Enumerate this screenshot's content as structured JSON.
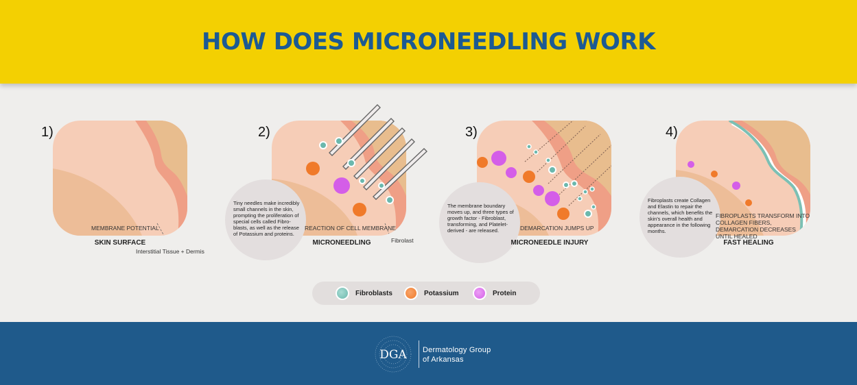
{
  "header": {
    "title": "HOW DOES MICRONEEDLING WORK"
  },
  "steps": [
    {
      "number": "1)",
      "caption": "SKIN SURFACE",
      "inner_label": "MEMBRANE POTENTIAL",
      "pointer_label": "Interstitial Tissue + Dermis"
    },
    {
      "number": "2)",
      "caption": "MICRONEEDLING",
      "inner_label": "REACTION OF CELL MEMBRANE",
      "pointer_label": "Fibrolast",
      "description": "Tiny needles make incredibly small channels in the skin, prompting the proliferation of special cells called Fibro-blasts, as well as the release of Potassium and proteins."
    },
    {
      "number": "3)",
      "caption": "MICRONEEDLE INJURY",
      "inner_label": "DEMARCATION JUMPS UP",
      "description": "The membrane boundary moves up, and three types of growth factor - Fibroblast, transforming, and Platelet-derived - are released."
    },
    {
      "number": "4)",
      "caption": "FAST HEALING",
      "inner_label": "FIBROPLASTS TRANSFORM INTO COLLAGEN FIBERS, DEMARCATION DECREASES UNTIL HEALED",
      "description": "Fibroplasts create Collagen and Elastin to repair the channels, which benefits the skin's overall health and appearance in the following months."
    }
  ],
  "legend": [
    {
      "label": "Fibroblasts",
      "color": "#6bb8ad"
    },
    {
      "label": "Potassium",
      "color": "#f07a2a"
    },
    {
      "label": "Protein",
      "color": "#d45ee8"
    }
  ],
  "footer": {
    "logo_mark": "DGA",
    "org_line1": "Dermatology Group",
    "org_line2": "of Arkansas"
  },
  "colors": {
    "header_bg": "#f3d002",
    "title": "#1c5a93",
    "footer_bg": "#1f5a8b",
    "skin_light": "#f6cdb7",
    "skin_dark": "#e9b994",
    "membrane": "#ee9d87"
  }
}
